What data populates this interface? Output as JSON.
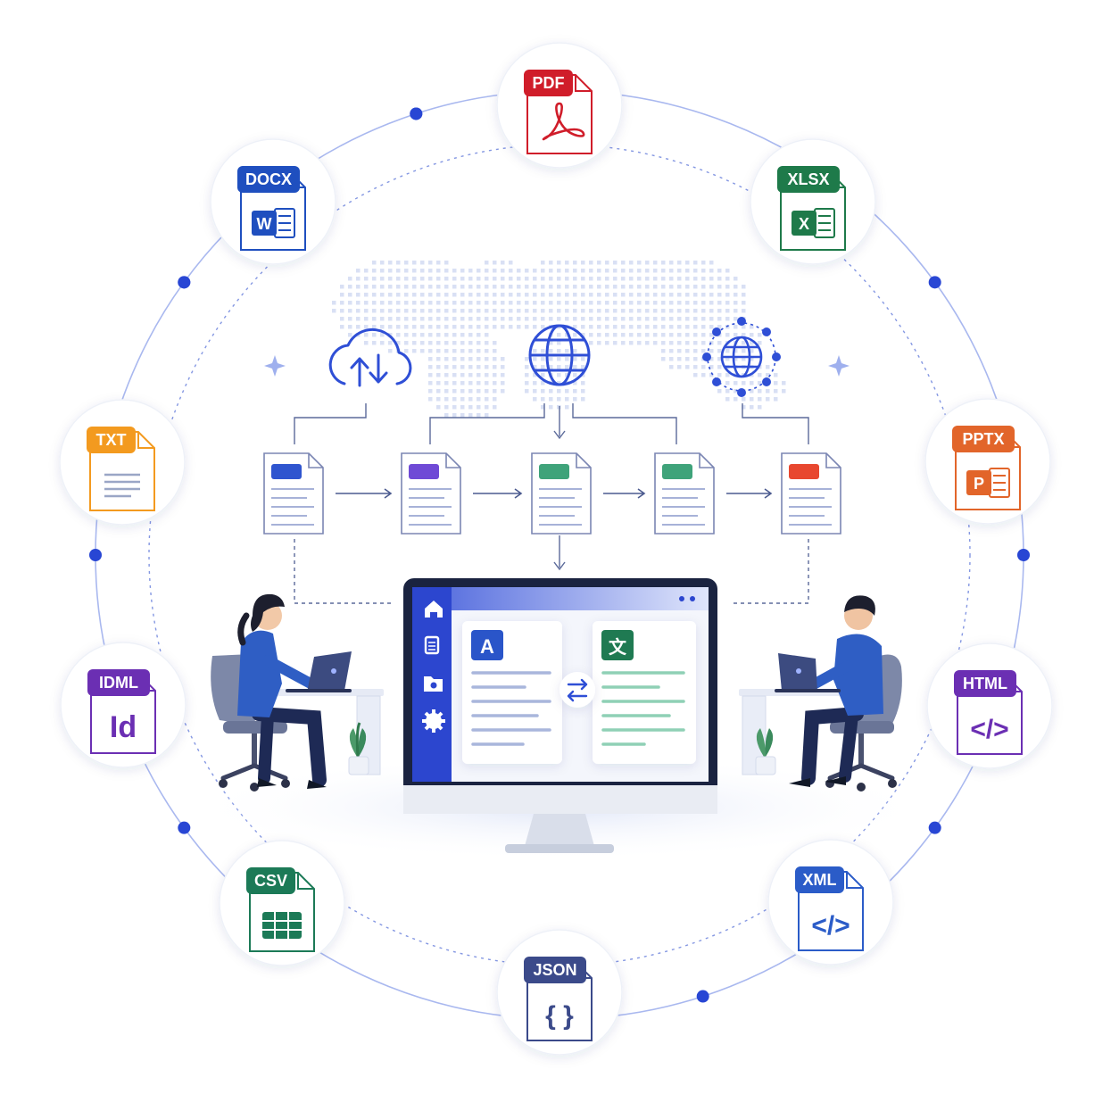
{
  "colors": {
    "primary": "#2f4fd6",
    "ring": "#9fb0ee",
    "dot": "#2846d4",
    "pdf": "#d01d2a",
    "docx": "#1f4fbf",
    "xlsx": "#1e7a4a",
    "pptx": "#e2652a",
    "txt": "#f39a1f",
    "html": "#6b2fb3",
    "idml": "#6b2fb3",
    "xml": "#2b5cc8",
    "csv": "#1c7a57",
    "json": "#3b4a8a",
    "sidebar": "#2c46cf",
    "doc_blue": "#2f55cf",
    "doc_purple": "#6f4ad6",
    "doc_green": "#3fa37a",
    "doc_red": "#e8472f",
    "source_badge": "#2a55c9",
    "target_badge": "#1f7a52"
  },
  "formats": [
    {
      "key": "pdf",
      "label": "PDF",
      "glyph": "acrobat"
    },
    {
      "key": "xlsx",
      "label": "XLSX",
      "glyph": "X"
    },
    {
      "key": "pptx",
      "label": "PPTX",
      "glyph": "P"
    },
    {
      "key": "html",
      "label": "HTML",
      "glyph": "</>"
    },
    {
      "key": "xml",
      "label": "XML",
      "glyph": "</>"
    },
    {
      "key": "json",
      "label": "JSON",
      "glyph": "{ }"
    },
    {
      "key": "csv",
      "label": "CSV",
      "glyph": "grid"
    },
    {
      "key": "idml",
      "label": "IDML",
      "glyph": "Id"
    },
    {
      "key": "txt",
      "label": "TXT",
      "glyph": "lines"
    },
    {
      "key": "docx",
      "label": "DOCX",
      "glyph": "W"
    }
  ],
  "workflow": {
    "top_icons": [
      "cloud-upload-download-icon",
      "globe-icon",
      "globe-network-icon"
    ],
    "documents": [
      "blue",
      "purple",
      "green",
      "green",
      "red"
    ]
  },
  "monitor": {
    "sidebar_icons": [
      "home-icon",
      "documents-icon",
      "folder-icon",
      "gear-icon"
    ],
    "source_badge": "A",
    "target_badge": "文",
    "swap_icon": "swap-arrows-icon"
  }
}
